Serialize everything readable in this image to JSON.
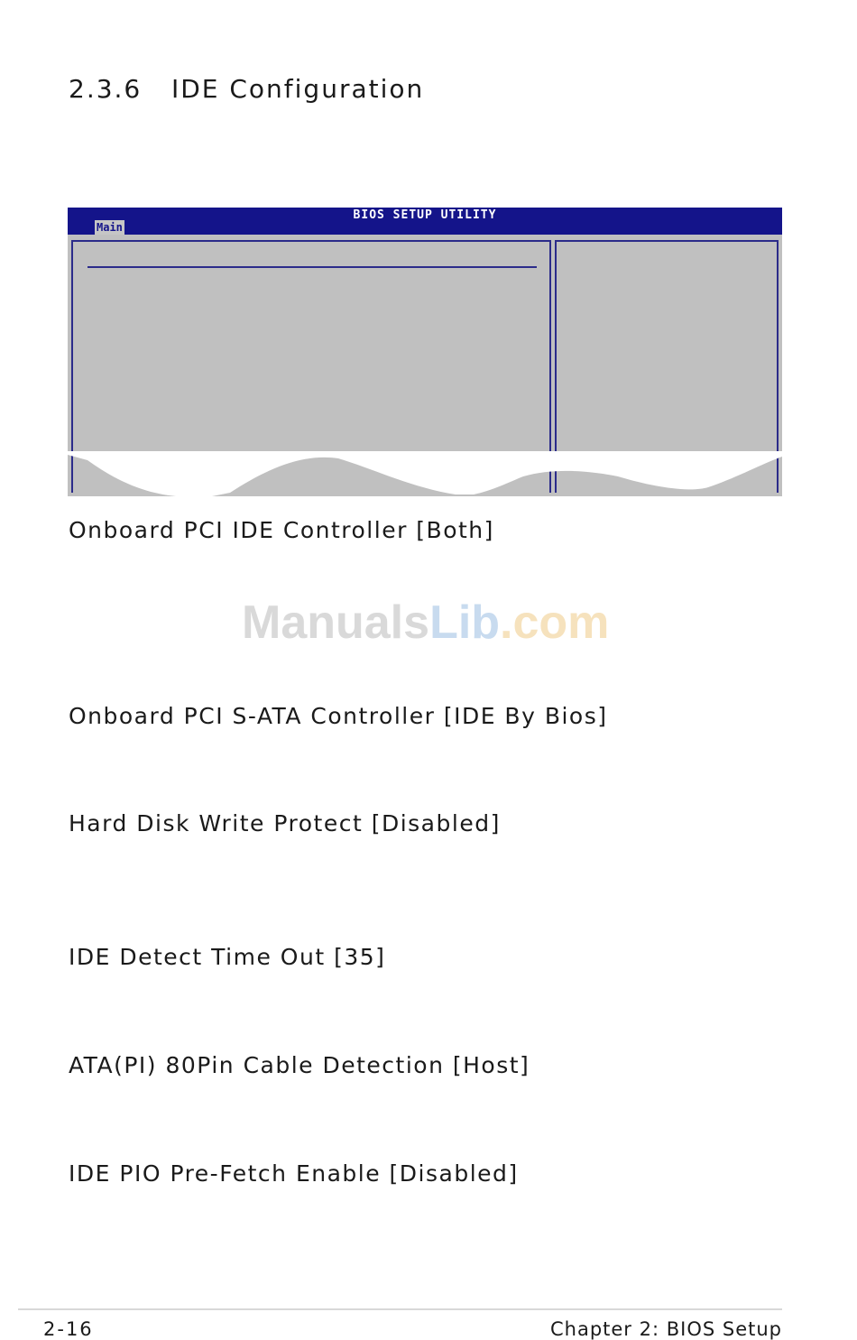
{
  "section": {
    "number": "2.3.6",
    "title": "IDE Configuration"
  },
  "bios_screen": {
    "title": "BIOS SETUP UTILITY",
    "active_tab": "Main"
  },
  "settings": [
    {
      "label": "Onboard PCI IDE Controller [Both]"
    },
    {
      "label": "Onboard PCI S-ATA Controller [IDE By Bios]"
    },
    {
      "label": "Hard Disk Write Protect [Disabled]"
    },
    {
      "label": "IDE Detect Time Out [35]"
    },
    {
      "label": "ATA(PI) 80Pin Cable Detection [Host]"
    },
    {
      "label": "IDE PIO Pre-Fetch Enable [Disabled]"
    }
  ],
  "watermark": {
    "part1": "Manuals",
    "part2": "Lib",
    "part3": ".com"
  },
  "footer": {
    "page_number": "2-16",
    "chapter": "Chapter 2: BIOS Setup"
  },
  "colors": {
    "bios_blue": "#14148a",
    "bios_gray": "#c0c0c0"
  }
}
